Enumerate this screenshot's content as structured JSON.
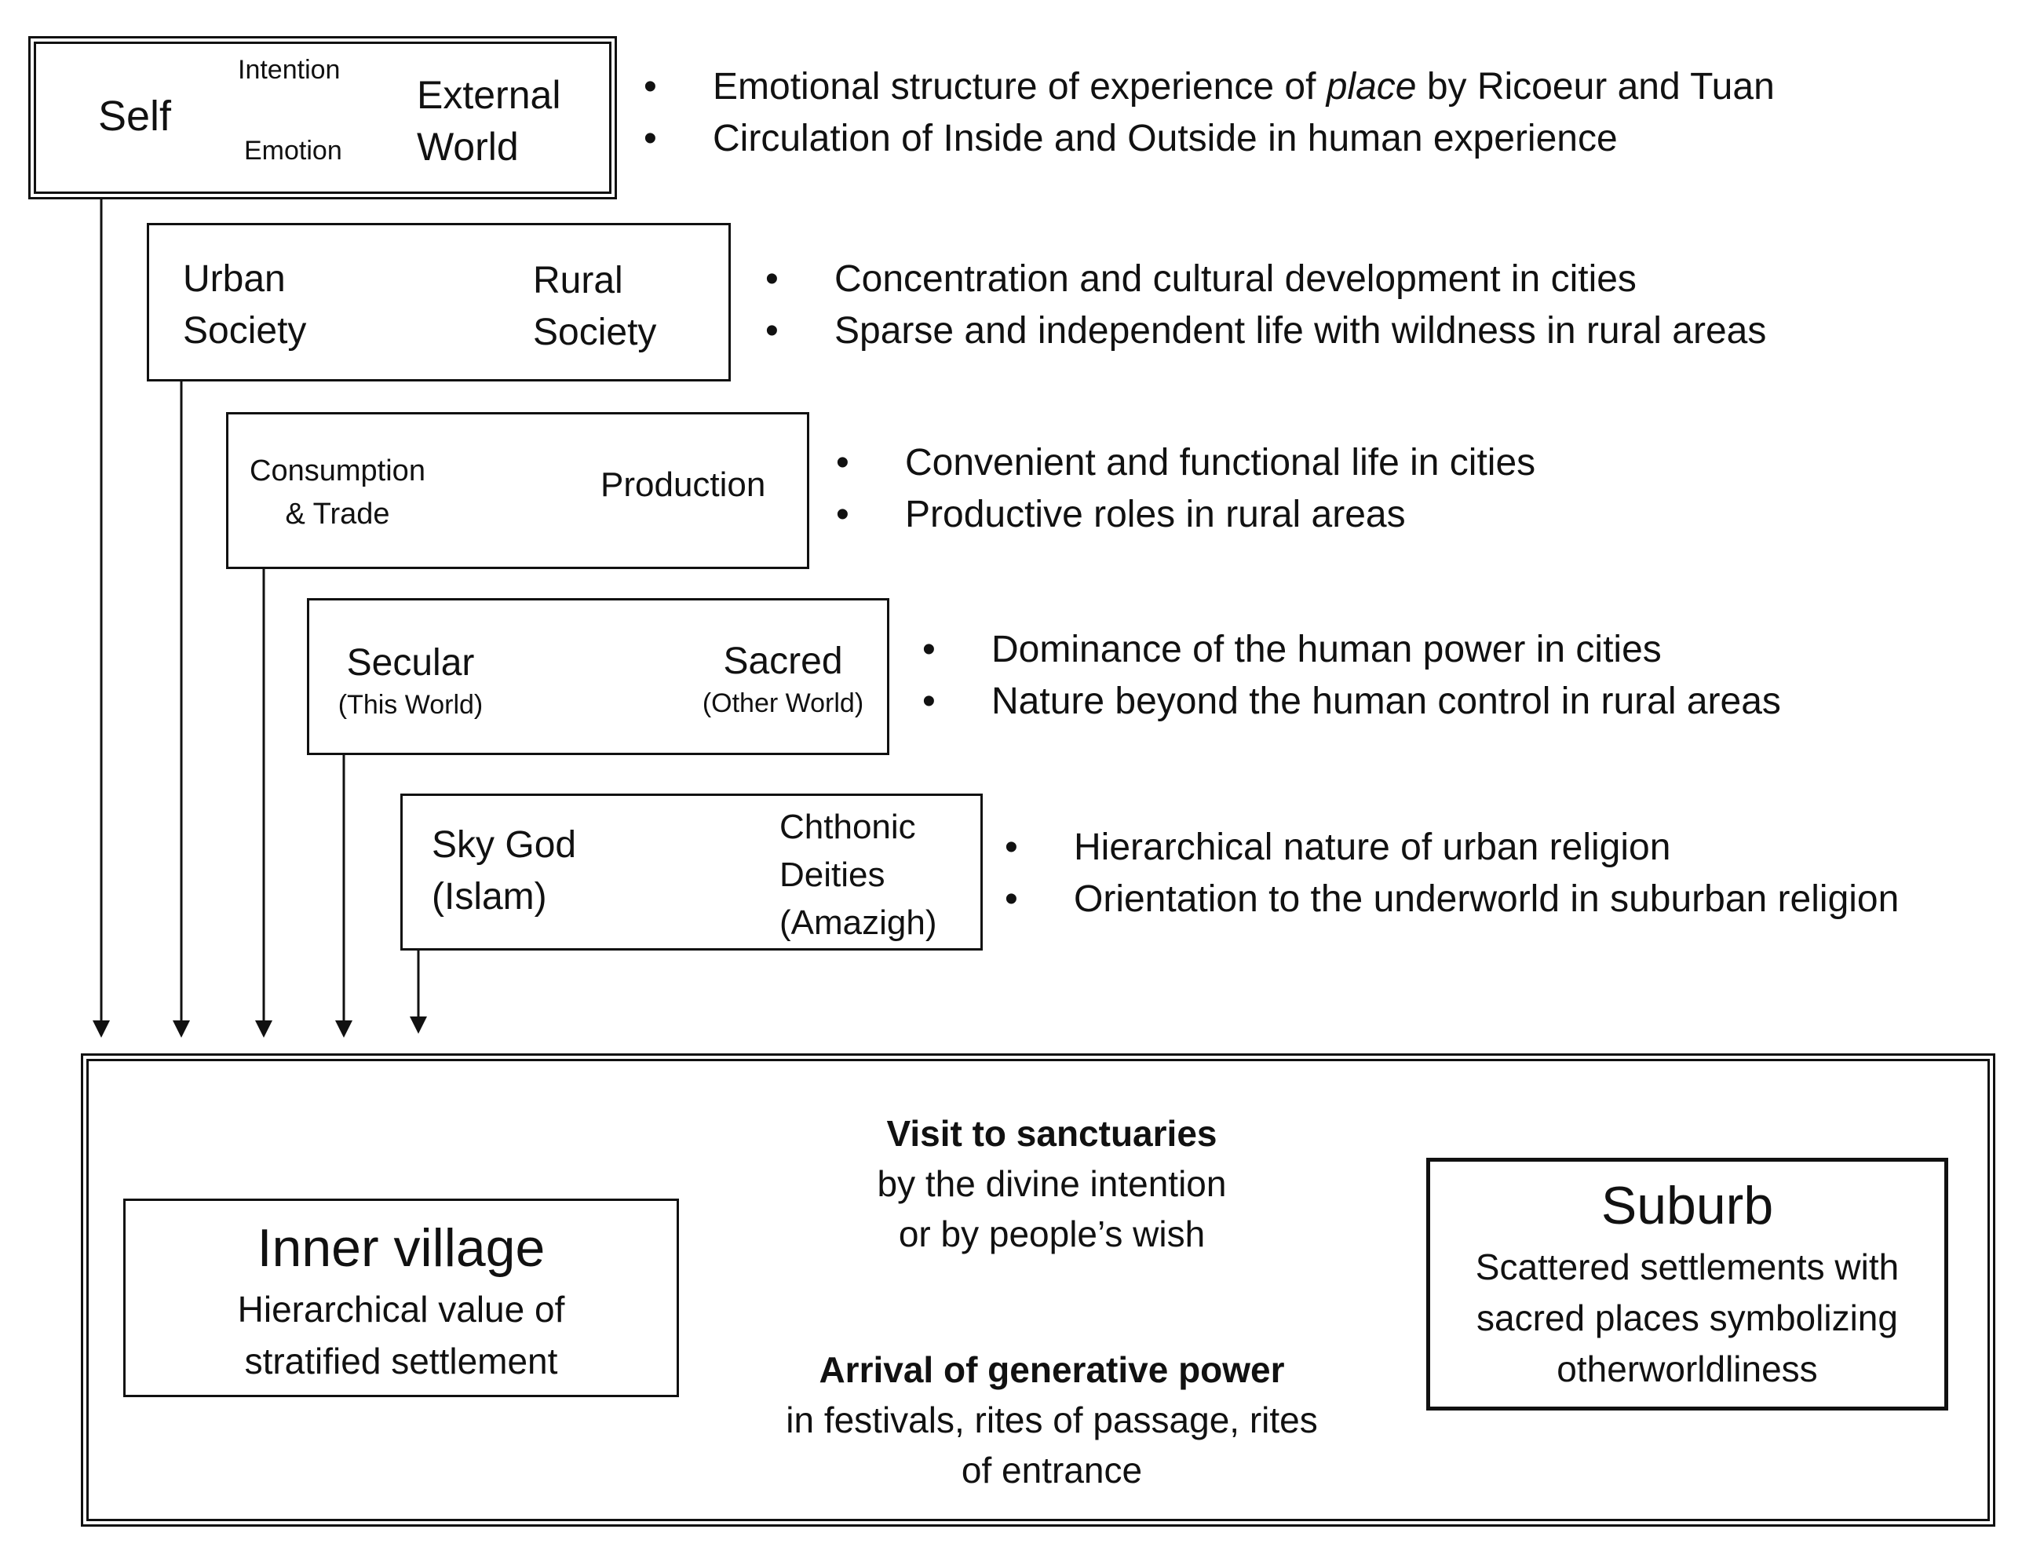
{
  "levels": [
    {
      "left_label": "Self",
      "right_label": [
        "External",
        "World"
      ],
      "arrow_top_label": "Intention",
      "arrow_bottom_label": "Emotion",
      "bullets": [
        {
          "before": "Emotional structure of experience of ",
          "em": "place",
          "after": " by Ricoeur and Tuan"
        },
        {
          "text": "Circulation of Inside and Outside in human experience"
        }
      ]
    },
    {
      "left_label": [
        "Urban",
        "Society"
      ],
      "right_label": [
        "Rural",
        "Society"
      ],
      "bullets": [
        {
          "text": "Concentration and cultural development in cities"
        },
        {
          "text": "Sparse and independent life with wildness in rural areas"
        }
      ]
    },
    {
      "left_label": [
        "Consumption",
        "& Trade"
      ],
      "right_label": "Production",
      "bullets": [
        {
          "text": "Convenient and functional life in cities"
        },
        {
          "text": "Productive roles in rural areas"
        }
      ]
    },
    {
      "left_label": "Secular",
      "left_sub": "(This World)",
      "right_label": "Sacred",
      "right_sub": "(Other World)",
      "bullets": [
        {
          "text": "Dominance of the human power in cities"
        },
        {
          "text": "Nature beyond the human control in rural areas"
        }
      ]
    },
    {
      "left_label": [
        "Sky God",
        "(Islam)"
      ],
      "right_label": [
        "Chthonic",
        "Deities",
        "(Amazigh)"
      ],
      "bullets": [
        {
          "text": "Hierarchical nature of urban religion"
        },
        {
          "text": "Orientation to the underworld in suburban religion"
        }
      ]
    }
  ],
  "bullet_symbol": "•",
  "bottom": {
    "inner_village": {
      "title": "Inner village",
      "lines": [
        "Hierarchical value of",
        "stratified settlement"
      ]
    },
    "suburb": {
      "title": "Suburb",
      "lines": [
        "Scattered settlements with",
        "sacred places symbolizing",
        "otherworldliness"
      ]
    },
    "top_flow": {
      "title": "Visit to sanctuaries",
      "lines": [
        "by the divine intention",
        "or by people’s wish"
      ]
    },
    "bottom_flow": {
      "title": "Arrival of generative power",
      "lines": [
        "in festivals, rites of passage, rites",
        "of entrance"
      ]
    }
  }
}
